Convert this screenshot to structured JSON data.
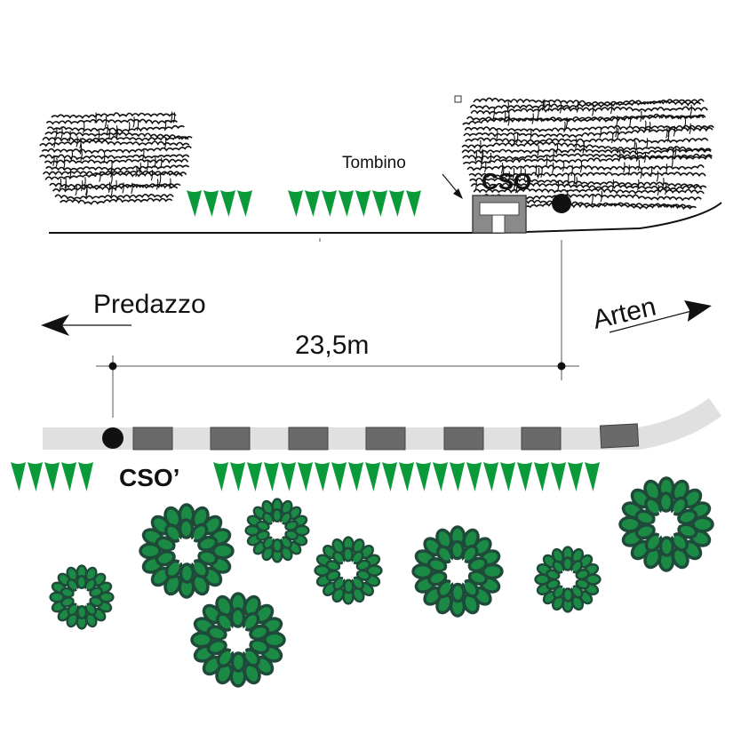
{
  "labels": {
    "manhole": "Tombino",
    "cso_top": "CSO",
    "cso_bottom": "CSO’",
    "left_direction": "Predazzo",
    "right_direction": "Arten",
    "distance": "23,5m"
  },
  "colors": {
    "grass": "#0a9a3a",
    "foliage_dark": "#1f4a3a",
    "foliage_light": "#1a8a45",
    "chamber": "#8a8a8a",
    "road": "#e0e0e0",
    "road_block": "#6a6a6a",
    "ink": "#111111"
  },
  "icons": {
    "shrub": "scribble-bush-icon",
    "tree": "leafy-tree-icon",
    "grass": "grass-tuft-icon",
    "arrow": "arrow-head-icon"
  }
}
